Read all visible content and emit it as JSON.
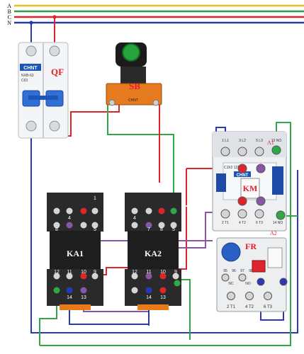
{
  "buses": [
    {
      "label": "A",
      "color": "#e8c21a"
    },
    {
      "label": "B",
      "color": "#2e9e3e"
    },
    {
      "label": "C",
      "color": "#d9262a"
    },
    {
      "label": "N",
      "color": "#2a3ba8"
    }
  ],
  "breaker": {
    "brand": "CHNT",
    "tag": "QF",
    "model": "NXB-63",
    "rating": "C63"
  },
  "pushbutton": {
    "tag": "SB",
    "brand": "CHNT"
  },
  "relays": [
    {
      "tag": "KA1",
      "top_numbers": [
        "1",
        "4",
        "8",
        "5"
      ],
      "bottom_numbers": [
        "12",
        "11",
        "10",
        "9",
        "14",
        "13"
      ]
    },
    {
      "tag": "KA2",
      "top_numbers": [
        "4",
        "7",
        "8",
        "5"
      ],
      "bottom_numbers": [
        "12",
        "11",
        "10",
        "9",
        "14",
        "13"
      ]
    }
  ],
  "contactor": {
    "tag": "KM",
    "brand": "CHNT",
    "model": "CJX2 1210",
    "top_terminals": [
      "1 L1",
      "3 L2",
      "5 L3",
      "13 NO"
    ],
    "bottom_terminals": [
      "2 T1",
      "4 T2",
      "6 T3",
      "14 NO"
    ],
    "coil_a1": "A1",
    "coil_a2": "A2"
  },
  "overload": {
    "tag": "FR",
    "bottom_terminals": [
      "2 T1",
      "4 T2",
      "6 T3"
    ],
    "aux": [
      "95",
      "96",
      "97",
      "98"
    ],
    "nc_label": "NC",
    "no_label": "NO"
  },
  "wire_colors": {
    "red": "#e0242b",
    "green": "#2fa84a",
    "blue": "#2a38b8",
    "purple": "#8a55a8",
    "yellow": "#e6c31c"
  }
}
